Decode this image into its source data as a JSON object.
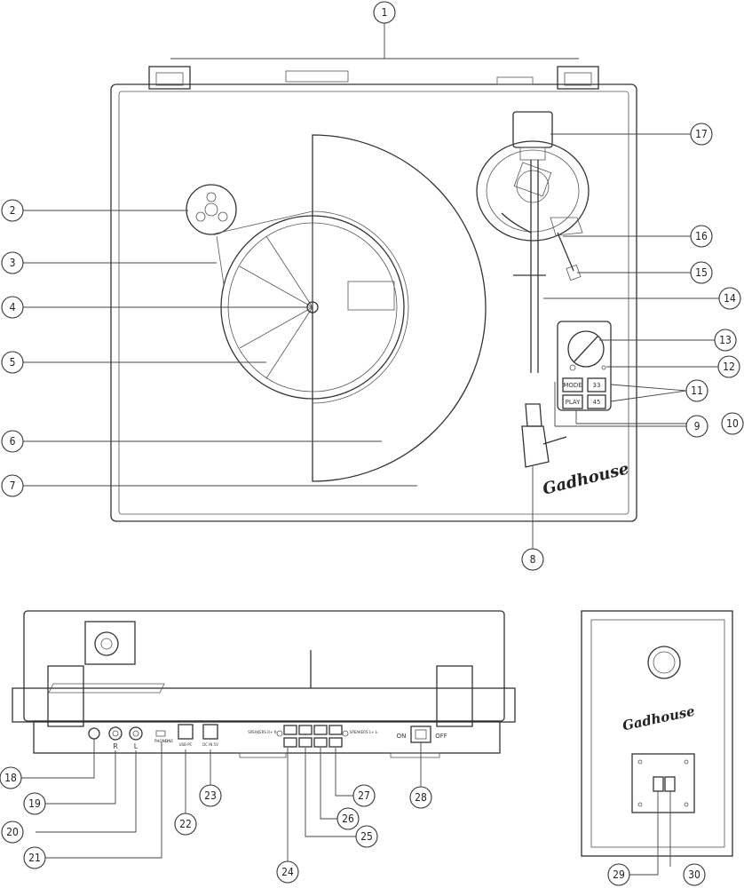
{
  "brand": {
    "logo_text": "Gadhouse"
  },
  "turntable": {
    "mode_button": "MODE",
    "play_button": "PLAY",
    "speed_33": "33",
    "speed_45": "45"
  },
  "back_panel": {
    "channel_right": "R",
    "channel_left": "L",
    "phono_label": "PHONO",
    "line_label": "LINE",
    "usb_label": "USB-PC",
    "dc_label": "DC IN 5V",
    "speakers_right": "SPEAKERS R+ R-",
    "speakers_left": "SPEAKERS L+ L-",
    "power_on": "ON",
    "power_off": "OFF"
  },
  "callouts": [
    "1",
    "2",
    "3",
    "4",
    "5",
    "6",
    "7",
    "8",
    "9",
    "10",
    "11",
    "12",
    "13",
    "14",
    "15",
    "16",
    "17",
    "18",
    "19",
    "20",
    "21",
    "22",
    "23",
    "24",
    "25",
    "26",
    "27",
    "28",
    "29",
    "30"
  ]
}
